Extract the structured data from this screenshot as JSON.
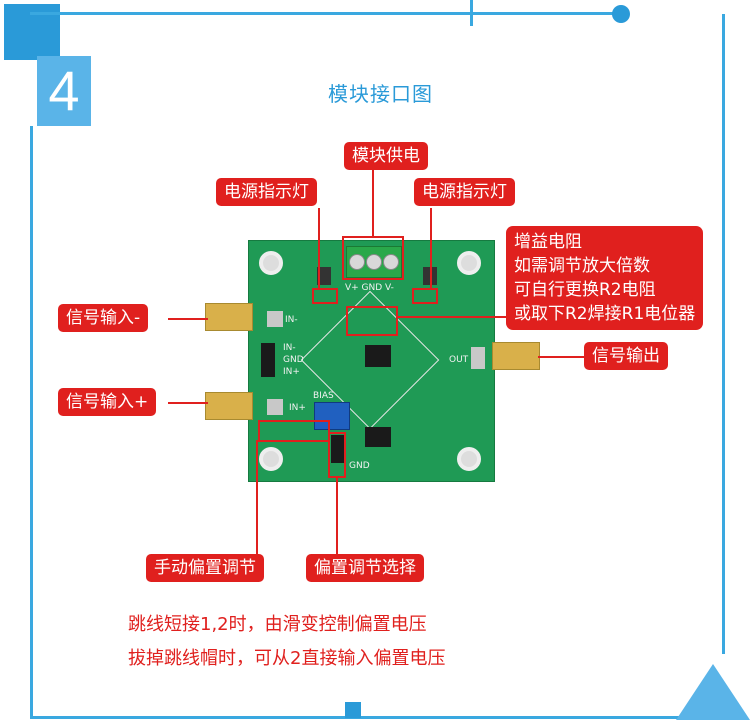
{
  "section_number": "4",
  "title": "模块接口图",
  "labels": {
    "module_power": "模块供电",
    "power_led_left": "电源指示灯",
    "power_led_right": "电源指示灯",
    "gain_resistor": [
      "增益电阻",
      "如需调节放大倍数",
      "可自行更换R2电阻",
      "或取下R2焊接R1电位器"
    ],
    "signal_in_minus": "信号输入-",
    "signal_in_plus": "信号输入+",
    "signal_out": "信号输出",
    "manual_bias": "手动偏置调节",
    "bias_select": "偏置调节选择"
  },
  "notes": [
    "跳线短接1,2时，由滑变控制偏置电压",
    "拔掉跳线帽时，可从2直接输入偏置电压"
  ],
  "board_silk": {
    "in_minus": "IN-",
    "in_plus": "IN+",
    "in_minus2": "IN-",
    "gnd": "GND",
    "in_plus2": "IN+",
    "bias": "BIAS",
    "out": "OUT",
    "term_label": "V+  GND  V-",
    "gnd2": "GND"
  },
  "colors": {
    "frame": "#3aa8e0",
    "label_red": "#e0201e",
    "pcb_green": "#1f9a55"
  }
}
